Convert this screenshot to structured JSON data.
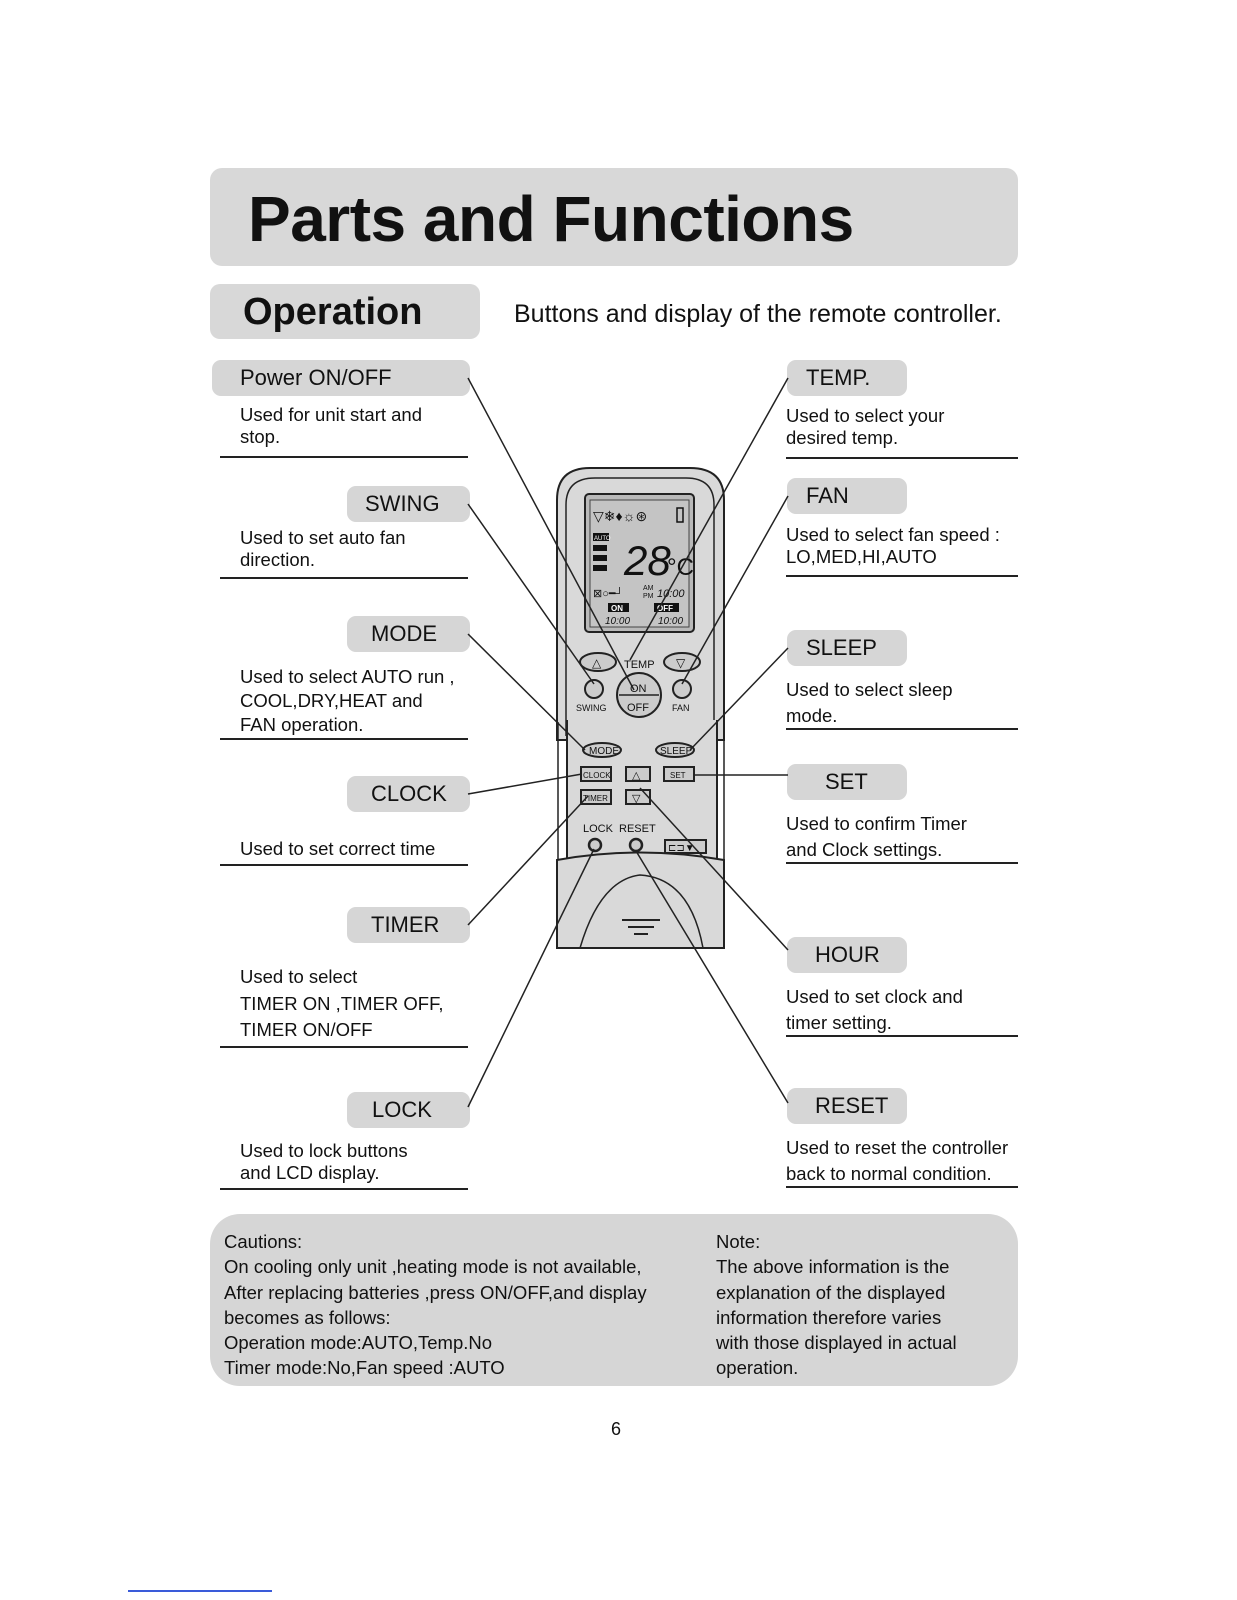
{
  "title": "Parts and Functions",
  "section": "Operation",
  "subtitle": "Buttons and display of the remote controller.",
  "left_items": [
    {
      "label": "Power ON/OFF",
      "desc": [
        "Used for unit start and",
        "stop."
      ]
    },
    {
      "label": "SWING",
      "desc": [
        "Used to set auto fan",
        "direction."
      ]
    },
    {
      "label": "MODE",
      "desc": [
        "Used to select  AUTO run ,",
        "COOL,DRY,HEAT and",
        "FAN operation."
      ]
    },
    {
      "label": "CLOCK",
      "desc": [
        "Used to set correct time"
      ]
    },
    {
      "label": "TIMER",
      "desc": [
        "Used to select",
        "TIMER ON ,TIMER OFF,",
        "TIMER ON/OFF"
      ]
    },
    {
      "label": "LOCK",
      "desc": [
        "Used to lock buttons",
        "and LCD display."
      ]
    }
  ],
  "right_items": [
    {
      "label": "TEMP.",
      "desc": [
        "Used  to select your",
        "desired temp."
      ]
    },
    {
      "label": "FAN",
      "desc": [
        "Used  to select fan speed :",
        "LO,MED,HI,AUTO"
      ]
    },
    {
      "label": "SLEEP",
      "desc": [
        "Used  to select sleep",
        "mode."
      ]
    },
    {
      "label": "SET",
      "desc": [
        "Used  to confirm Timer",
        "and Clock settings."
      ]
    },
    {
      "label": "HOUR",
      "desc": [
        "Used  to set clock and",
        "timer setting."
      ]
    },
    {
      "label": "RESET",
      "desc": [
        "Used  to reset the controller",
        "back to normal condition."
      ]
    }
  ],
  "remote": {
    "display_temp": "28",
    "display_unit": "°C",
    "auto_icon_text": "AUTO",
    "am": "AM",
    "pm": "PM",
    "clock_time": "10:00",
    "on_label": "ON",
    "off_label": "OFF",
    "timer_time": "10:00",
    "temp_label": "TEMP",
    "on_btn": "ON",
    "off_btn": "OFF",
    "swing_label": "SWING",
    "fan_label": "FAN",
    "mode_btn": "MODE",
    "sleep_btn": "SLEEP",
    "clock_btn": "CLOCK",
    "set_btn": "SET",
    "timer_btn": "TIMER",
    "lock_label": "LOCK",
    "reset_label": "RESET"
  },
  "cautions": {
    "lines": [
      "Cautions:",
      "On cooling only unit ,heating mode is not available,",
      "After replacing batteries ,press ON/OFF,and display",
      "becomes as follows:",
      "Operation mode:AUTO,Temp.No",
      "Timer mode:No,Fan speed :AUTO"
    ]
  },
  "note": {
    "lines": [
      "Note:",
      "The above information is the",
      "explanation of the displayed",
      "information therefore varies",
      "with those displayed in actual",
      "operation."
    ]
  },
  "page_number": "6"
}
